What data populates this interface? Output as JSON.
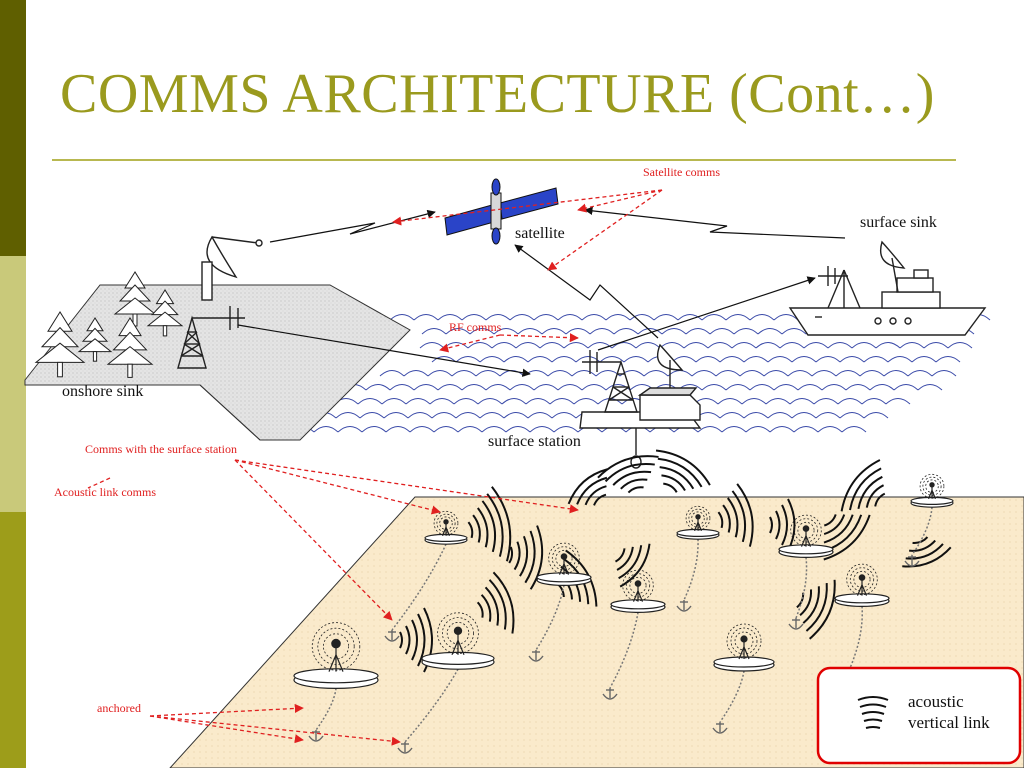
{
  "slide": {
    "title": "COMMS ARCHITECTURE (Cont…)",
    "colors": {
      "title": "#9a9a1e",
      "sidebar_dark": "#5f5f00",
      "sidebar_light": "#c9c97a",
      "sidebar_mid": "#9d9d1a",
      "annotation": "#e02020",
      "legend_border": "#e00000"
    }
  },
  "labels": {
    "satellite": "satellite",
    "surface_sink": "surface sink",
    "onshore_sink": "onshore sink",
    "surface_station": "surface station"
  },
  "annotations": {
    "satellite_comms": "Satellite comms",
    "rf_comms": "RF comms",
    "surface_station_comms": "Comms with the surface station",
    "acoustic_link_comms": "Acoustic link comms",
    "anchored": "anchored"
  },
  "legend": {
    "line1": "acoustic",
    "line2": "vertical link",
    "icon": "acoustic-wave-icon"
  }
}
